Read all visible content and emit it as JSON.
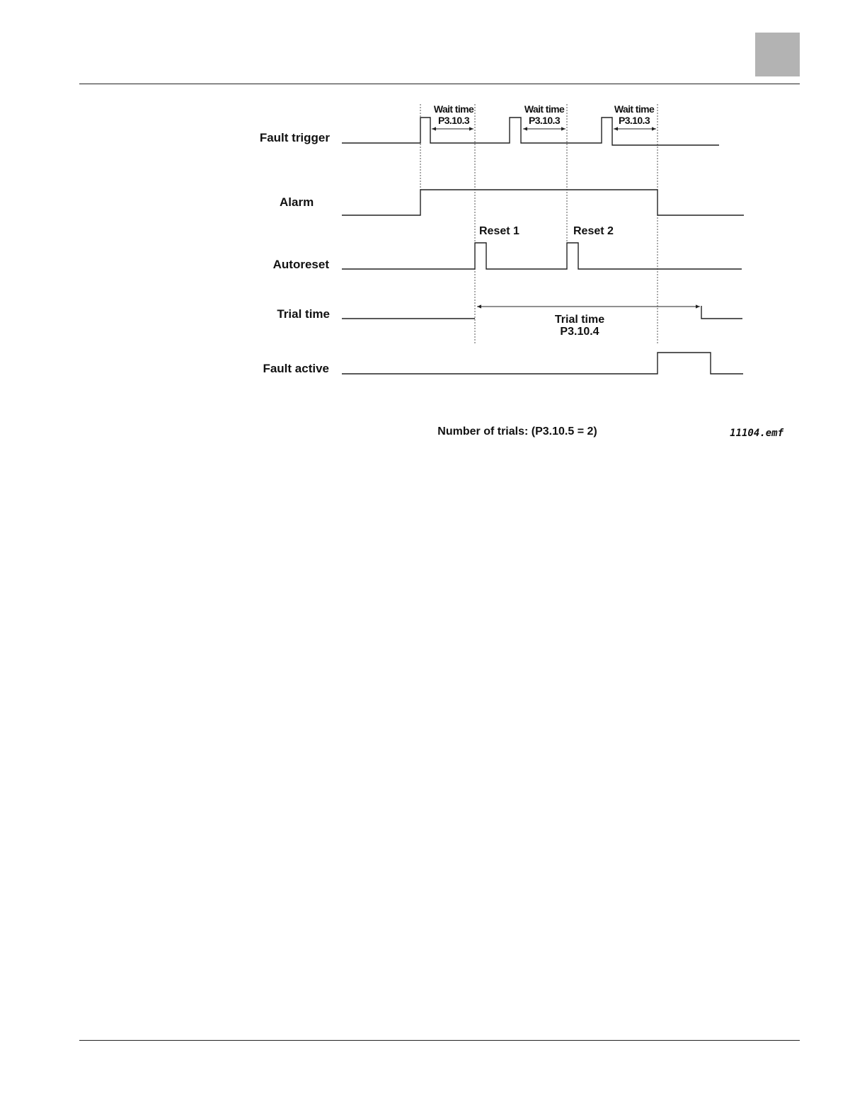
{
  "diagram": {
    "signals": {
      "fault_trigger": "Fault trigger",
      "alarm": "Alarm",
      "autoreset": "Autoreset",
      "trial_time": "Trial time",
      "fault_active": "Fault active"
    },
    "wait_time": {
      "label": "Wait time",
      "param": "P3.10.3"
    },
    "resets": [
      "Reset 1",
      "Reset 2"
    ],
    "trial_span": {
      "label": "Trial time",
      "param": "P3.10.4"
    },
    "caption": "Number of trials: (P3.10.5 = 2)",
    "filename": "11104.emf"
  }
}
